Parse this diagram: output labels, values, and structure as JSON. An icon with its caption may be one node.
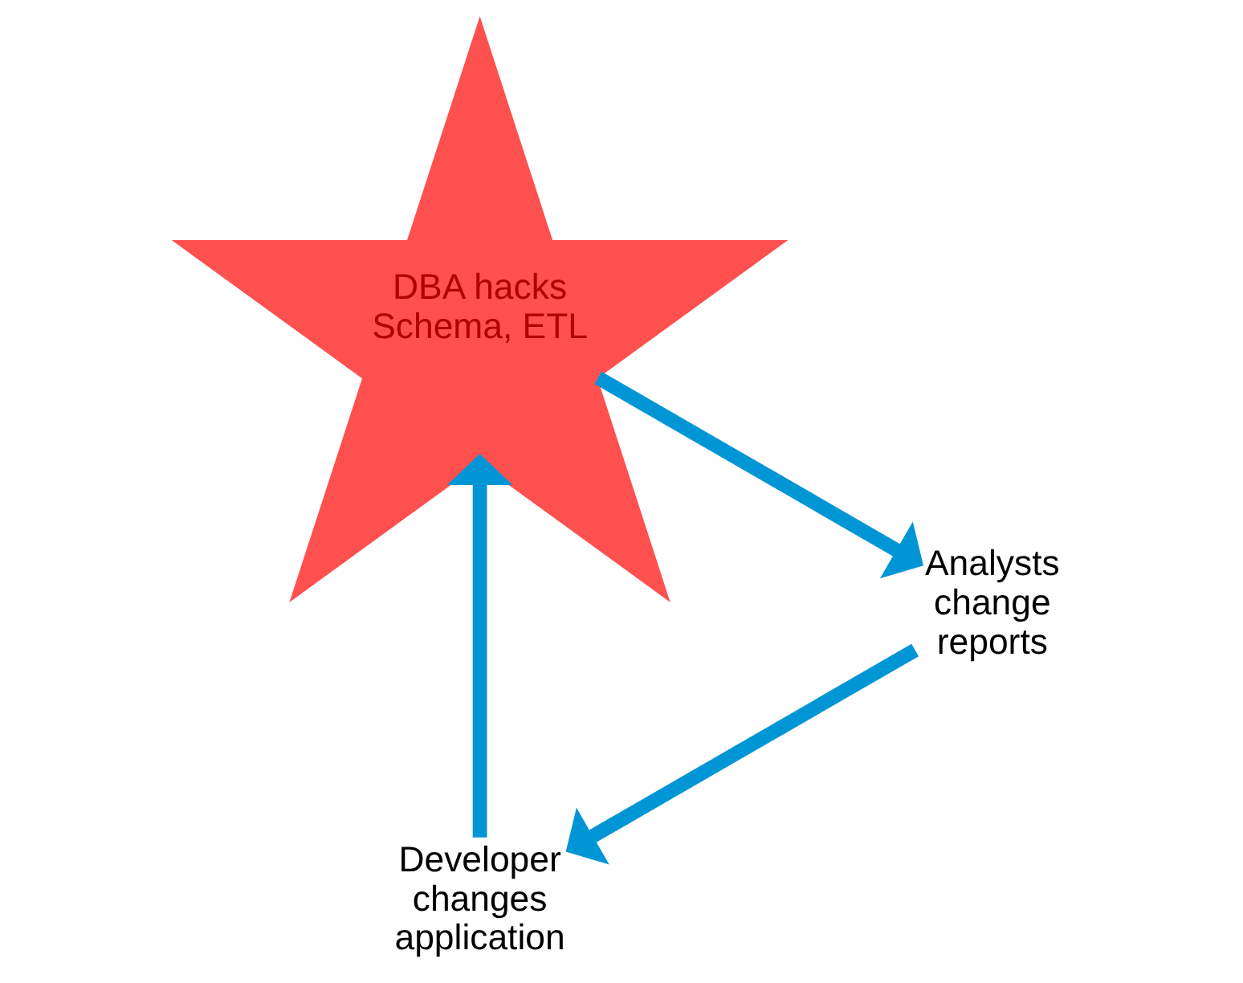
{
  "diagram": {
    "nodes": [
      {
        "text": [
          "Developer changes application"
        ]
      },
      {
        "text": [
          "DBA hacks Schema, ETL"
        ]
      },
      {
        "text": [
          "Analysts change reports"
        ]
      }
    ],
    "edges": [
      {
        "from": 0,
        "to": 1,
        "arrow": "to"
      },
      {
        "from": 1,
        "to": 2,
        "arrow": "to"
      },
      {
        "from": 2,
        "to": 0,
        "arrow": "to"
      }
    ]
  }
}
